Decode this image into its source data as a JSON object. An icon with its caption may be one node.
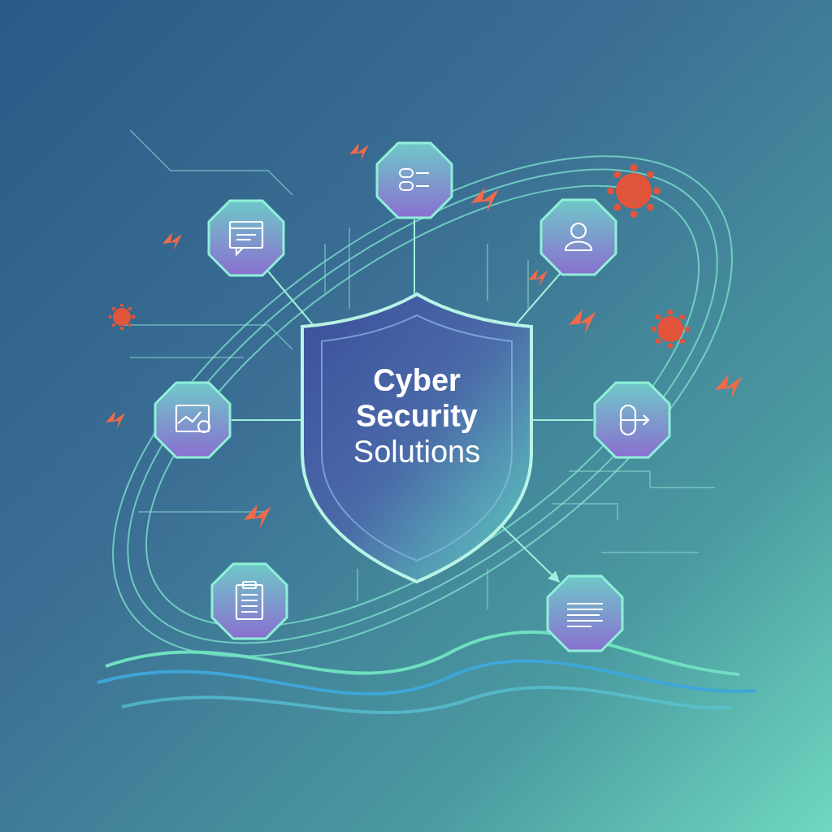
{
  "diagram": {
    "nodes": [
      {
        "text": [
          "**Cyber Security** Solutions"
        ]
      },
      {
        "text": [],
        "shape": "octagon"
      },
      {
        "text": [],
        "shape": "octagon"
      },
      {
        "text": [],
        "shape": "octagon"
      },
      {
        "text": [],
        "shape": "octagon"
      },
      {
        "text": [],
        "shape": "octagon"
      },
      {
        "text": [],
        "shape": "octagon"
      },
      {
        "text": [],
        "shape": "octagon"
      }
    ],
    "edges": [
      {
        "from": 0,
        "to": 1,
        "arrow": "none"
      },
      {
        "from": 0,
        "to": 2,
        "arrow": "none"
      },
      {
        "from": 0,
        "to": 3,
        "arrow": "none"
      },
      {
        "from": 0,
        "to": 4,
        "arrow": "none"
      },
      {
        "from": 0,
        "to": 5,
        "arrow": "none"
      },
      {
        "from": 0,
        "to": 7,
        "arrow": "to"
      }
    ]
  }
}
